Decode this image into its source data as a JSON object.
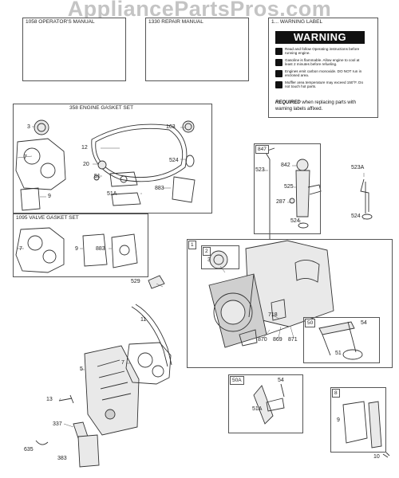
{
  "watermark": "AppliancePartsPros.com",
  "sections": {
    "operators_manual": "1058 OPERATOR'S MANUAL",
    "repair_manual": "1330 REPAIR MANUAL",
    "warning_label": "1... WARNING LABEL",
    "engine_gasket_set": "358 ENGINE GASKET SET",
    "valve_gasket_set": "1095 VALVE GASKET SET"
  },
  "warning": {
    "heading": "WARNING",
    "lines": [
      "Read and follow Operating instructions before running engine.",
      "Gasoline is flammable. Allow engine to cool at least 2 minutes before refueling.",
      "Engines emit carbon monoxide. DO NOT run in enclosed area.",
      "Muffler area temperature may exceed 150°F. Do not touch hot parts."
    ],
    "required_label": "REQUIRED",
    "required_text": "when replacing parts with warning labels affixed."
  },
  "tags": {
    "t847": "847",
    "t1": "1",
    "t2": "2",
    "t50": "50",
    "t50a": "50A",
    "t8": "8"
  },
  "labels": {
    "l3a": "3",
    "l7a": "7",
    "l12": "12",
    "l163": "163",
    "l20": "20",
    "l524a": "524",
    "l51": "51",
    "l883a": "883",
    "l9a": "9",
    "l51a": "51A",
    "l7b": "7",
    "l9b": "9",
    "l883b": "883",
    "l523": "523",
    "l842": "842",
    "l525": "525",
    "l287": "287",
    "l524b": "524",
    "l523a": "523A",
    "l524c": "524",
    "l3b": "3",
    "l718": "718",
    "l870": "870",
    "l869": "869",
    "l871": "871",
    "l54a": "54",
    "l51b": "51",
    "l529": "529",
    "l11": "11",
    "l5": "5",
    "l7c": "7",
    "l13": "13",
    "l337": "337",
    "l635": "635",
    "l383": "383",
    "l54b": "54",
    "l51c": "51A",
    "l9c": "9",
    "l10": "10"
  }
}
